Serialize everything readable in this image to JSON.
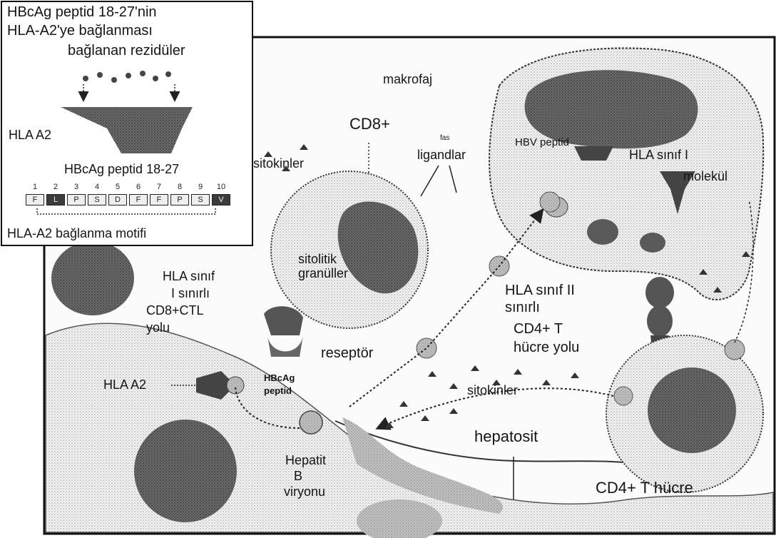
{
  "inset": {
    "title_line1": "HBcAg peptid 18-27'nin",
    "title_line2": "HLA-A2'ye bağlanması",
    "binding_residues": "bağlanan rezidüler",
    "hla_a2": "HLA A2",
    "peptide_title": "HBcAg peptid 18-27",
    "motif_positions": [
      "1",
      "2",
      "3",
      "4",
      "5",
      "6",
      "7",
      "8",
      "9",
      "10"
    ],
    "motif_residues": [
      "F",
      "L",
      "P",
      "S",
      "D",
      "F",
      "F",
      "P",
      "S",
      "V"
    ],
    "motif_label": "HLA-A2 bağlanma motifi"
  },
  "labels": {
    "makrofaj": "makrofaj",
    "cd8": "CD8+",
    "fas": "fas",
    "ligandlar": "ligandlar",
    "sitokinler_top": "sitokinler",
    "hbv_peptid": "HBV peptid",
    "hla_sinif_i_line1": "HLA sınıf I",
    "hla_sinif_i_line2": "molekül",
    "sitolitik_line1": "sitolitik",
    "sitolitik_line2": "granüller",
    "cd8_path_line1": "HLA sınıf",
    "cd8_path_line2": "I sınırlı",
    "cd8_path_line3": "CD8+CTL",
    "cd8_path_line4": "yolu",
    "hla_sinif_ii_line1": "HLA sınıf II",
    "hla_sinif_ii_line2": "sınırlı",
    "cd4_path_line1": "CD4+ T",
    "cd4_path_line2": "hücre yolu",
    "reseptor": "reseptör",
    "hla_a2": "HLA A2",
    "hbcag_line1": "HBcAg",
    "hbcag_line2": "peptid",
    "sitokinler_bottom": "sitokinler",
    "hepatit_line1": "Hepatit",
    "hepatit_line2": "B",
    "hepatit_line3": "viryonu",
    "hepatosit": "hepatosit",
    "cd4_cell": "CD4+ T hücre"
  },
  "colors": {
    "ink": "#151515",
    "dark_nucleus": "#3a3a3a",
    "mid_gray": "#7a7a7a",
    "light_gray": "#d6d6d6",
    "frame": "#111111"
  }
}
